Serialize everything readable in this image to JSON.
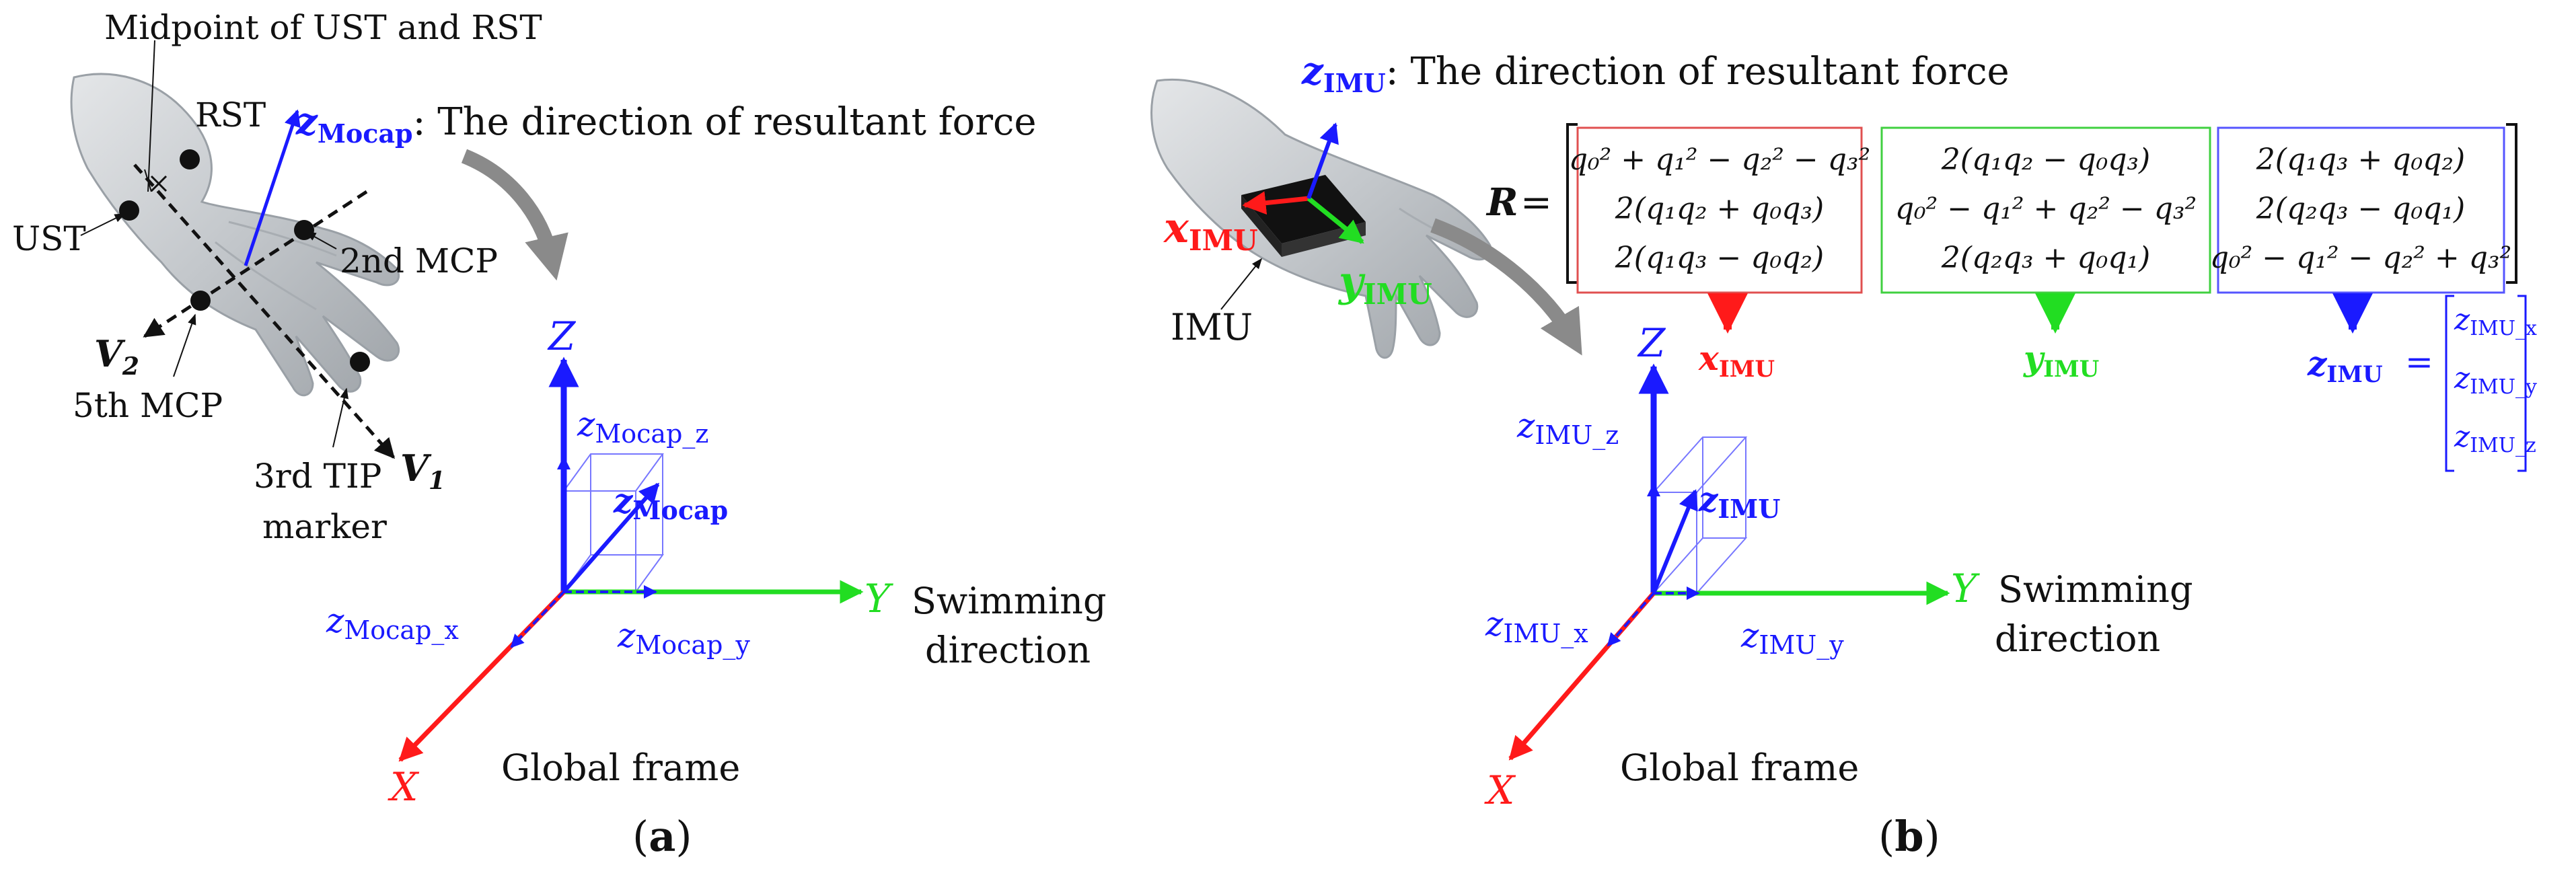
{
  "panel_a": {
    "caption_open": "(",
    "caption_letter": "a",
    "caption_close": ")",
    "label_midpoint": "Midpoint of UST and RST",
    "label_rst": "RST",
    "label_ust": "UST",
    "label_2nd_mcp": "2nd MCP",
    "label_5th_mcp": "5th MCP",
    "label_3rd_tip_line1": "3rd TIP",
    "label_3rd_tip_line2": "marker",
    "label_v1": "V",
    "label_v1_sub": "1",
    "label_v2": "V",
    "label_v2_sub": "2",
    "z_mocap_symbol": "z",
    "z_mocap_sub": "Mocap",
    "z_mocap_desc": ": The direction of resultant force",
    "axis_z": "Z",
    "axis_y": "Y",
    "axis_x": "X",
    "swimming_line1": "Swimming",
    "swimming_line2": "direction",
    "global_frame": "Global frame",
    "comp_z_symbol": "z",
    "comp_z_sub": "Mocap_z",
    "comp_vec_symbol": "z",
    "comp_vec_sub": "Mocap",
    "comp_x_symbol": "z",
    "comp_x_sub": "Mocap_x",
    "comp_y_symbol": "z",
    "comp_y_sub": "Mocap_y"
  },
  "panel_b": {
    "caption_open": "(",
    "caption_letter": "b",
    "caption_close": ")",
    "z_imu_symbol": "z",
    "z_imu_sub": "IMU",
    "z_imu_desc": ": The direction of resultant force",
    "x_imu_symbol": "x",
    "x_imu_sub": "IMU",
    "y_imu_symbol": "y",
    "y_imu_sub": "IMU",
    "imu_label": "IMU",
    "r_label": "R",
    "r_equals": "=",
    "matrix_col1": [
      "q₀² + q₁² − q₂² − q₃²",
      "2(q₁q₂ + q₀q₃)",
      "2(q₁q₃ − q₀q₂)"
    ],
    "matrix_col2": [
      "2(q₁q₂ − q₀q₃)",
      "q₀² − q₁² + q₂² − q₃²",
      "2(q₂q₃ + q₀q₁)"
    ],
    "matrix_col3": [
      "2(q₁q₃ + q₀q₂)",
      "2(q₂q₃ − q₀q₁)",
      "q₀² − q₁² − q₂² + q₃²"
    ],
    "col1_symbol": "x",
    "col1_sub": "IMU",
    "col2_symbol": "y",
    "col2_sub": "IMU",
    "col3_symbol": "z",
    "col3_sub": "IMU",
    "col3_equals": "=",
    "vector_entries": [
      {
        "symbol": "z",
        "sub": "IMU_x"
      },
      {
        "symbol": "z",
        "sub": "IMU_y"
      },
      {
        "symbol": "z",
        "sub": "IMU_z"
      }
    ],
    "axis_z": "Z",
    "axis_y": "Y",
    "axis_x": "X",
    "swimming_line1": "Swimming",
    "swimming_line2": "direction",
    "global_frame": "Global frame",
    "comp_z_symbol": "z",
    "comp_z_sub": "IMU_z",
    "comp_vec_symbol": "z",
    "comp_vec_sub": "IMU",
    "comp_x_symbol": "z",
    "comp_x_sub": "IMU_x",
    "comp_y_symbol": "z",
    "comp_y_sub": "IMU_y"
  },
  "colors": {
    "blue": "#1a1aff",
    "red": "#ff1a1a",
    "green": "#22dd22",
    "black": "#111111",
    "box_blue": "#5555ff",
    "box_red": "#e05050",
    "box_green": "#40d040",
    "gray_arrow": "#8a8a8a",
    "hand": "#c9cdd1"
  }
}
